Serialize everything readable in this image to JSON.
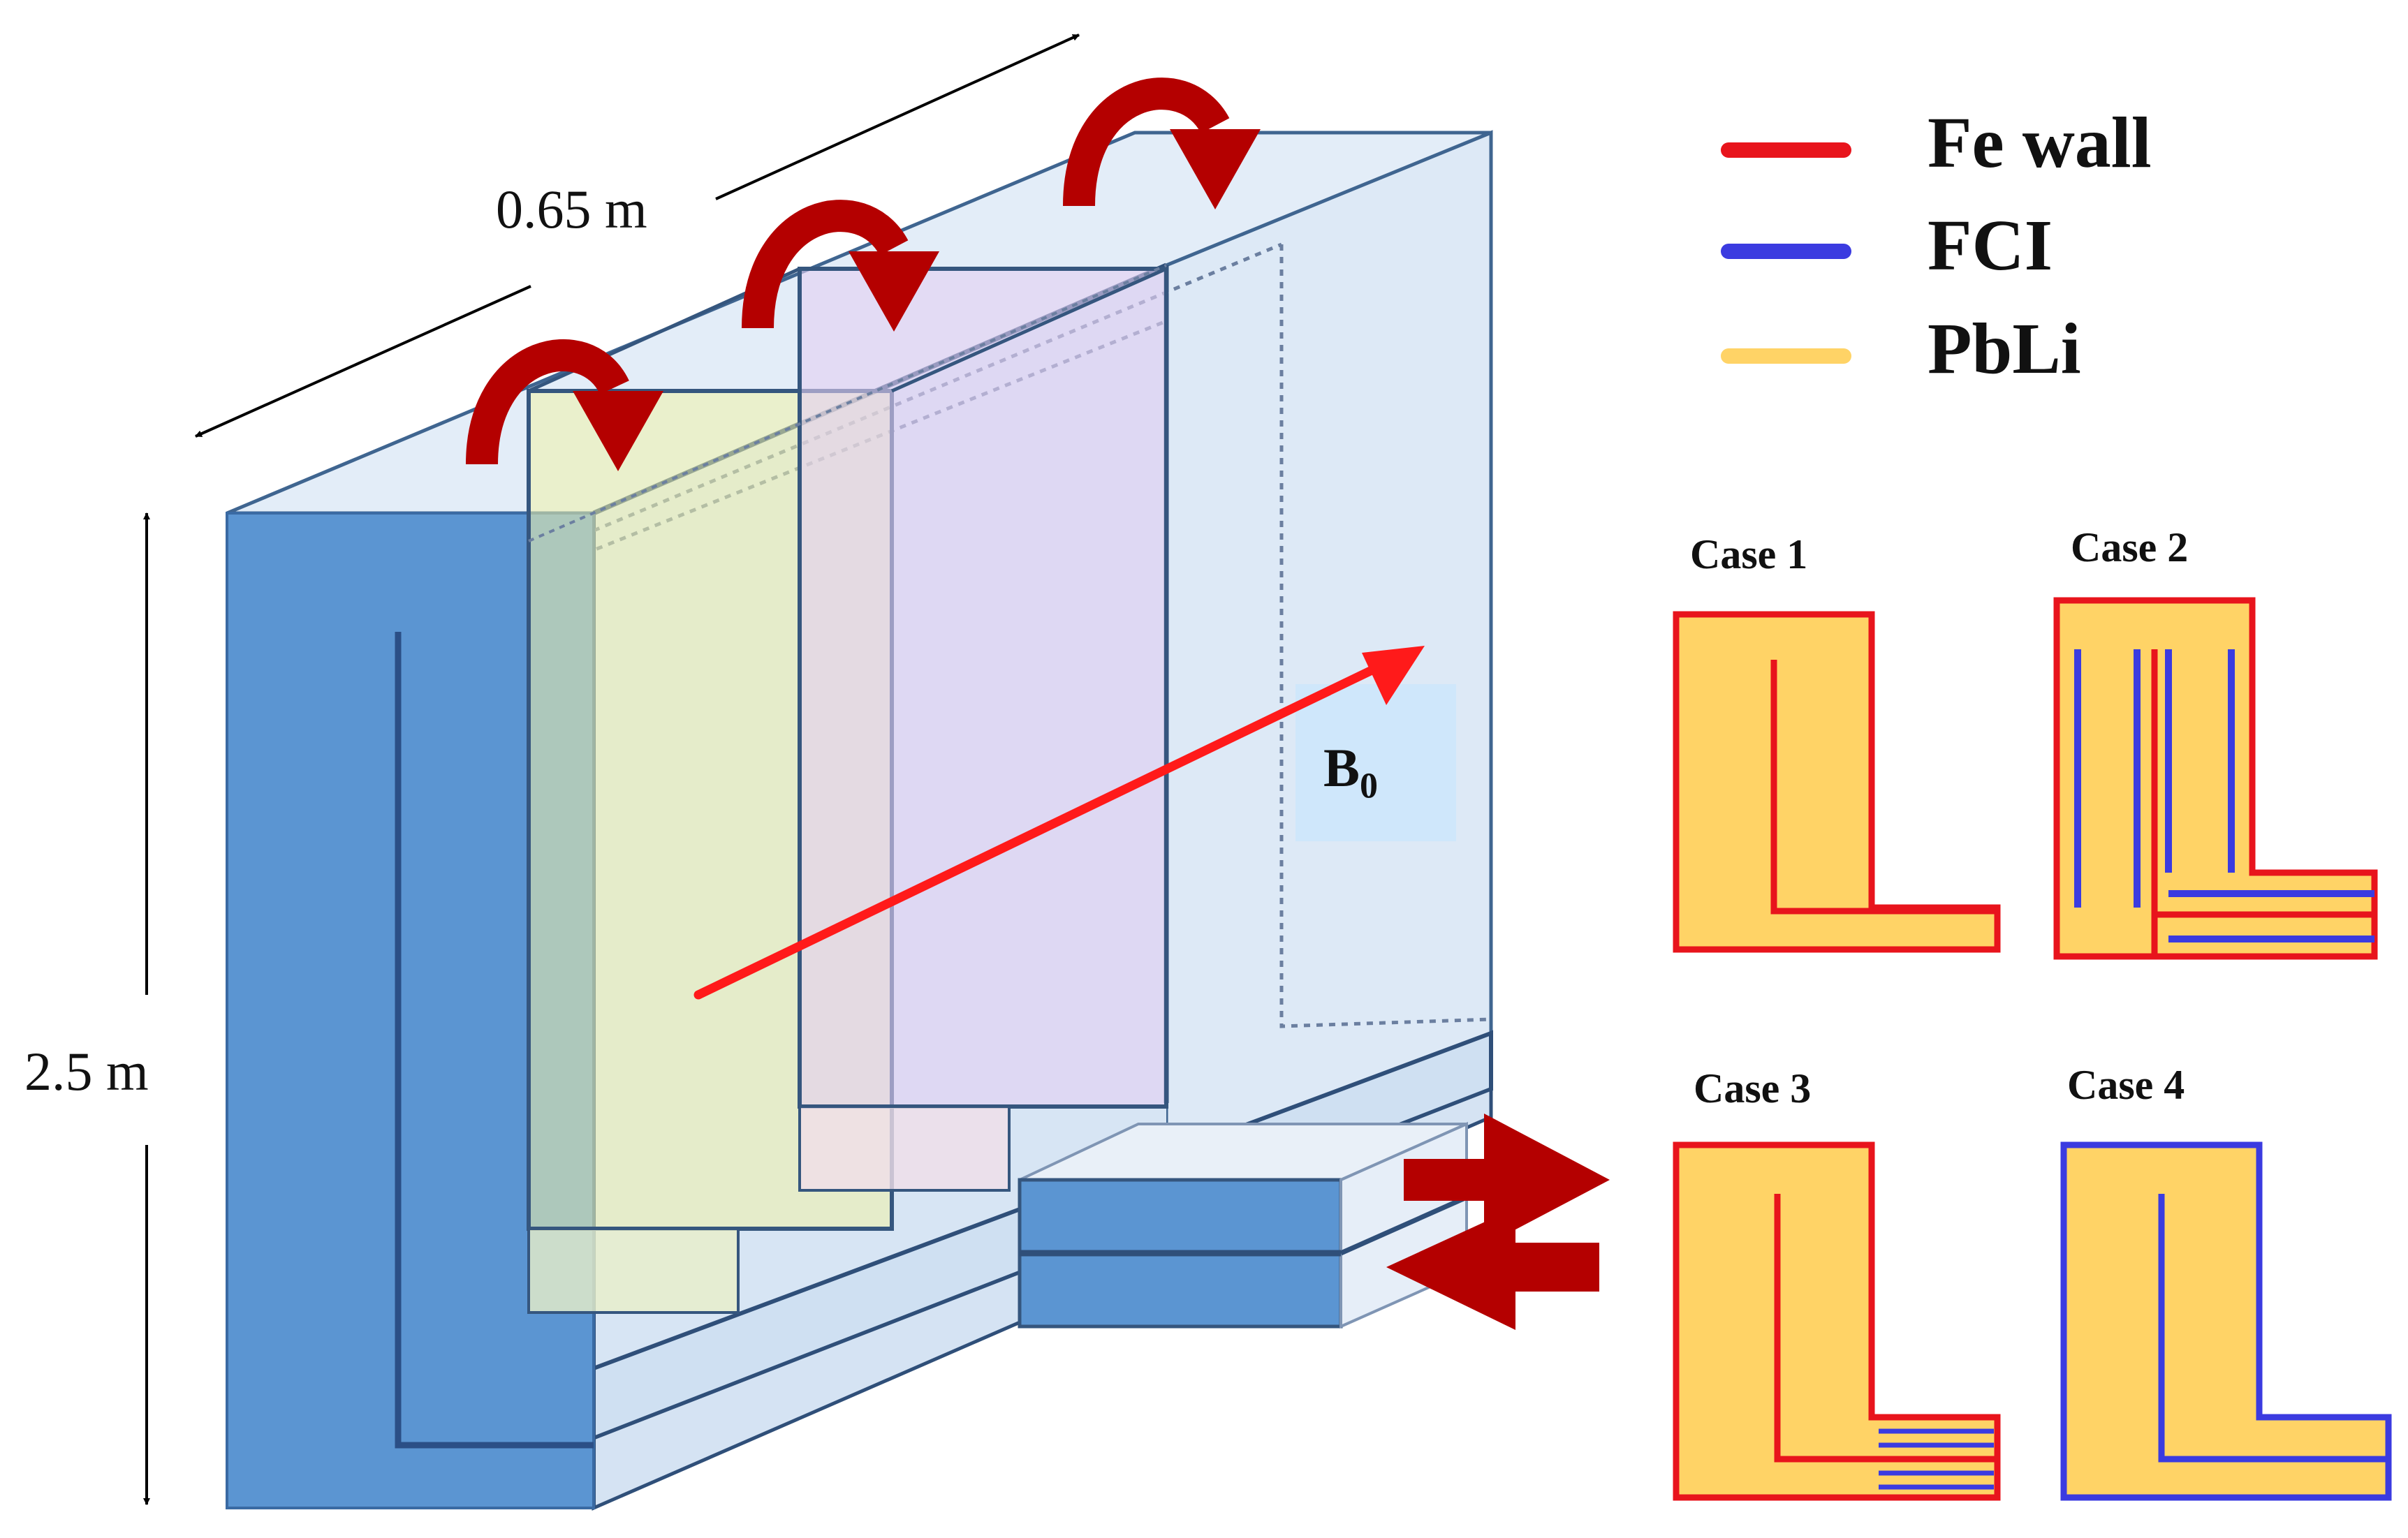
{
  "dimensions": {
    "depth": "0.65 m",
    "height": "2.5 m"
  },
  "field": {
    "label": "B",
    "subscript": "0",
    "arrow_color": "#ff1a1a"
  },
  "legend": [
    {
      "label": "Fe wall",
      "color": "#e8141c"
    },
    {
      "label": "FCI",
      "color": "#3b3be0"
    },
    {
      "label": "PbLi",
      "color": "#ffd366"
    }
  ],
  "cases": [
    {
      "label": "Case 1"
    },
    {
      "label": "Case 2"
    },
    {
      "label": "Case 3"
    },
    {
      "label": "Case 4"
    }
  ],
  "colors": {
    "channel_blue": "#5b95d2",
    "box_fill": "#dbe8f6",
    "box_edge": "#35567e",
    "flow_arrow": "#b40000",
    "pbli": "#ffd366",
    "fe_wall": "#e8141c",
    "fci": "#3b3be0"
  },
  "icons": [
    "curved-flow-arrow-icon",
    "inlet-arrow-icon",
    "outlet-arrow-icon",
    "dimension-arrow-icon"
  ]
}
